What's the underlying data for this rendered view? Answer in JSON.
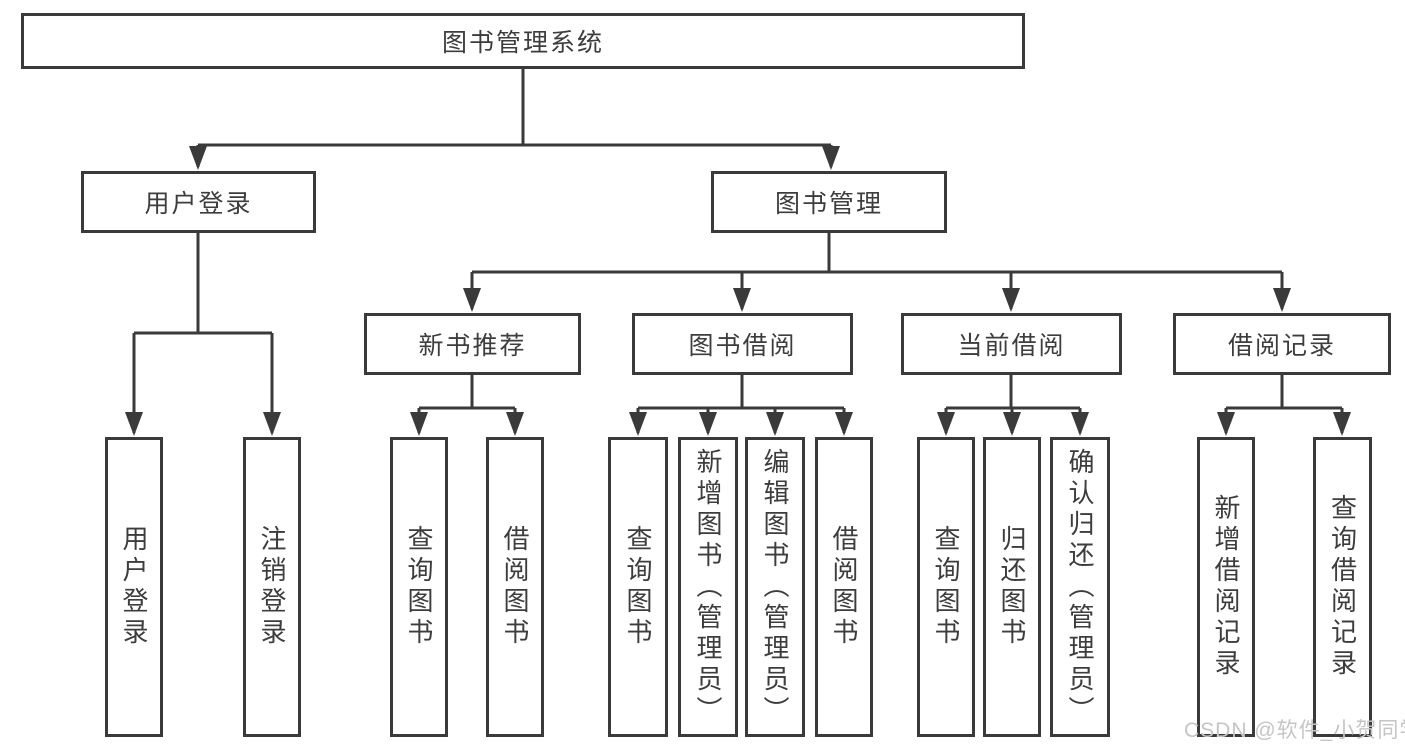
{
  "diagram_type": "hierarchy-tree",
  "colors": {
    "line": "#3a3a3a",
    "text": "#3d3d3d",
    "watermark_text": "#c5c5c5",
    "background": "#ffffff"
  },
  "tree": {
    "label": "图书管理系统",
    "children": [
      {
        "label": "用户登录",
        "children": [
          {
            "label": "用户登录"
          },
          {
            "label": "注销登录"
          }
        ]
      },
      {
        "label": "图书管理",
        "children": [
          {
            "label": "新书推荐",
            "children": [
              {
                "label": "查询图书"
              },
              {
                "label": "借阅图书"
              }
            ]
          },
          {
            "label": "图书借阅",
            "children": [
              {
                "label": "查询图书"
              },
              {
                "label": "新增图书（管理员）"
              },
              {
                "label": "编辑图书（管理员）"
              },
              {
                "label": "借阅图书"
              }
            ]
          },
          {
            "label": "当前借阅",
            "children": [
              {
                "label": "查询图书"
              },
              {
                "label": "归还图书"
              },
              {
                "label": "确认归还（管理员）"
              }
            ]
          },
          {
            "label": "借阅记录",
            "children": [
              {
                "label": "新增借阅记录"
              },
              {
                "label": "查询借阅记录"
              }
            ]
          }
        ]
      }
    ]
  },
  "watermark": "CSDN @软件_小贺同学"
}
